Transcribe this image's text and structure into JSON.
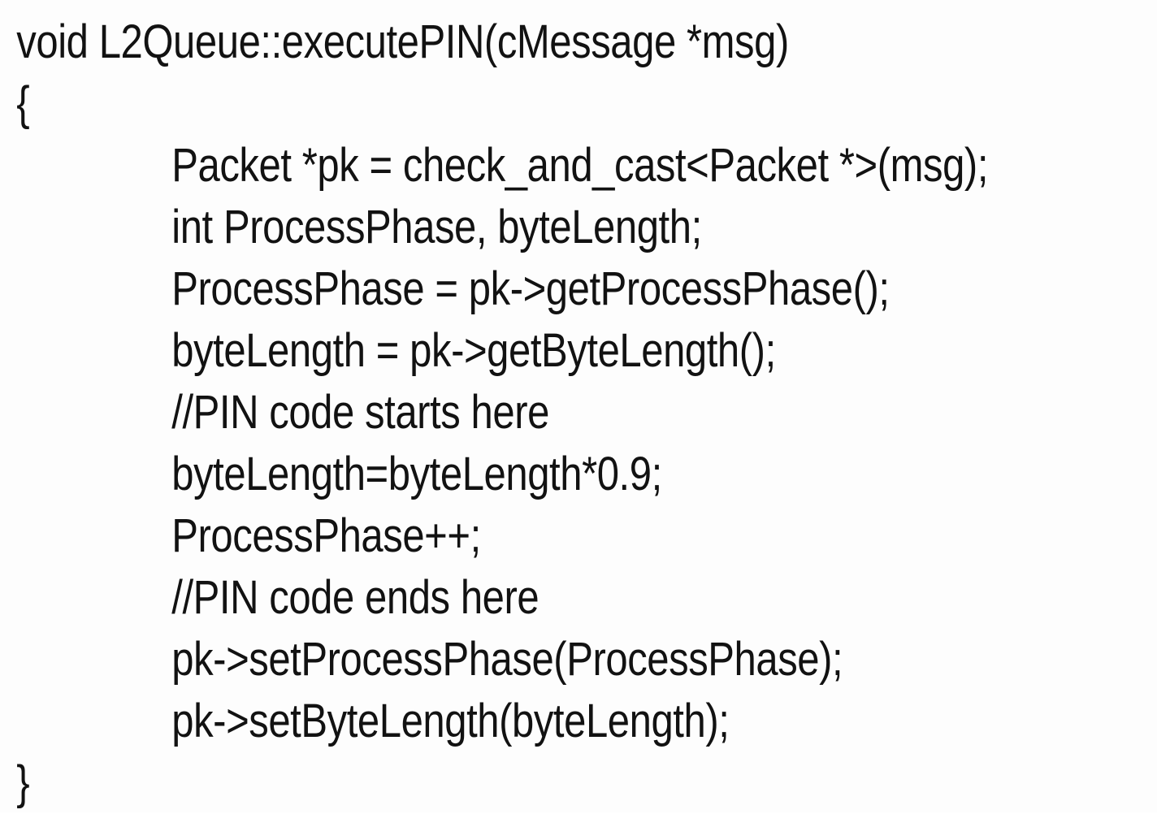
{
  "figure": {
    "kind": "source-code-listing",
    "language": "C++",
    "background_color": "#fdfdfd",
    "text_color": "#121212"
  },
  "code": {
    "lines": [
      {
        "indent": 0,
        "text": "void L2Queue::executePIN(cMessage *msg)"
      },
      {
        "indent": 0,
        "text": "{"
      },
      {
        "indent": 1,
        "text": "Packet *pk = check_and_cast<Packet *>(msg);"
      },
      {
        "indent": 1,
        "text": "int ProcessPhase, byteLength;"
      },
      {
        "indent": 1,
        "text": "ProcessPhase = pk->getProcessPhase();"
      },
      {
        "indent": 1,
        "text": "byteLength = pk->getByteLength();"
      },
      {
        "indent": 1,
        "text": "//PIN code starts here"
      },
      {
        "indent": 1,
        "text": "byteLength=byteLength*0.9;"
      },
      {
        "indent": 1,
        "text": "ProcessPhase++;"
      },
      {
        "indent": 1,
        "text": "//PIN code ends here"
      },
      {
        "indent": 1,
        "text": "pk->setProcessPhase(ProcessPhase);"
      },
      {
        "indent": 1,
        "text": "pk->setByteLength(byteLength);"
      },
      {
        "indent": 0,
        "text": "}"
      }
    ]
  }
}
